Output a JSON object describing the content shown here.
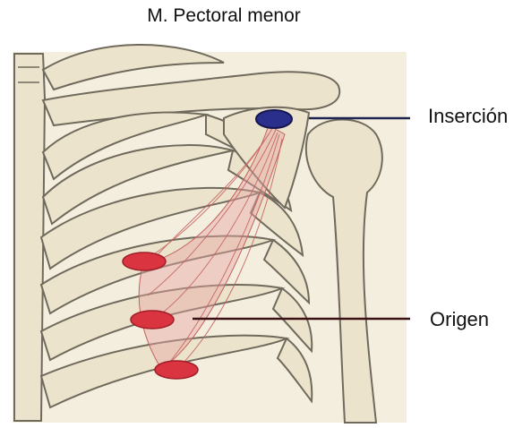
{
  "title": "M. Pectoral menor",
  "labels": {
    "insertion": "Inserción",
    "origin": "Origen"
  },
  "colors": {
    "bone_fill": "#ece3cc",
    "bone_stroke": "#6f6a5c",
    "background_panel": "#f4eedf",
    "muscle_fill": "#e7a7a3",
    "muscle_stroke": "#c4615d",
    "origin_marker": "#d9343f",
    "insertion_marker": "#2b2f8c",
    "leader_insertion": "#1d2450",
    "leader_origin": "#3a1216"
  },
  "icons": [
    "skeleton-thorax-illustration",
    "humerus-illustration",
    "pectoralis-minor-muscle"
  ]
}
